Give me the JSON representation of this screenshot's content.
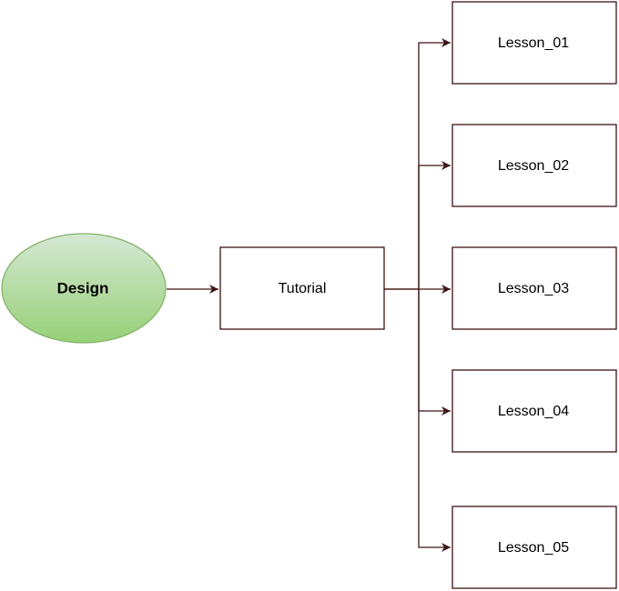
{
  "diagram": {
    "root": {
      "label": "Design",
      "shape": "ellipse",
      "fill_top": "#d5e8d4",
      "fill_bottom": "#97d077",
      "stroke": "#82b366"
    },
    "middle": {
      "label": "Tutorial",
      "shape": "rectangle"
    },
    "lessons": [
      {
        "label": "Lesson_01"
      },
      {
        "label": "Lesson_02"
      },
      {
        "label": "Lesson_03"
      },
      {
        "label": "Lesson_04"
      },
      {
        "label": "Lesson_05"
      }
    ],
    "edges": [
      {
        "from": "Design",
        "to": "Tutorial"
      },
      {
        "from": "Tutorial",
        "to": "Lesson_01"
      },
      {
        "from": "Tutorial",
        "to": "Lesson_02"
      },
      {
        "from": "Tutorial",
        "to": "Lesson_03"
      },
      {
        "from": "Tutorial",
        "to": "Lesson_04"
      },
      {
        "from": "Tutorial",
        "to": "Lesson_05"
      }
    ],
    "colors": {
      "box_stroke": "#3d1313",
      "edge": "#3d1313",
      "background": "#ffffff"
    }
  }
}
